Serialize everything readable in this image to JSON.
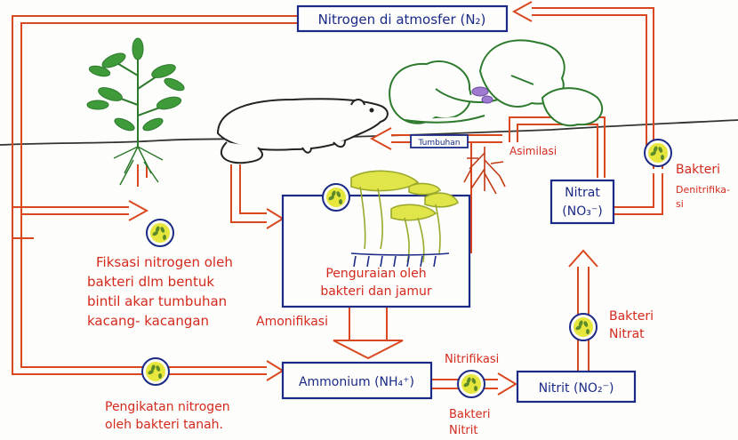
{
  "labels": {
    "atmosphere": "Nitrogen di atmosfer (N₂)",
    "tumbuhan": "Tumbuhan",
    "asimilasi": "Asimilasi",
    "bakteri_denitrifikasi_1": "Bakteri",
    "bakteri_denitrifikasi_2": "Denitrifika-",
    "bakteri_denitrifikasi_3": "si",
    "nitrat_1": "Nitrat",
    "nitrat_2": "(NO₃⁻)",
    "fiksasi_1": "Fiksasi nitrogen oleh",
    "fiksasi_2": "bakteri dlm bentuk",
    "fiksasi_3": "bintil akar tumbuhan",
    "fiksasi_4": "kacang- kacangan",
    "penguraian_1": "Penguraian oleh",
    "penguraian_2": "bakteri dan jamur",
    "amonifikasi": "Amonifikasi",
    "bakteri_nitrat_1": "Bakteri",
    "bakteri_nitrat_2": "Nitrat",
    "ammonium": "Ammonium (NH₄⁺)",
    "nitrifikasi": "Nitrifikasi",
    "nitrit": "Nitrit (NO₂⁻)",
    "bakteri_nitrit_1": "Bakteri",
    "bakteri_nitrit_2": "Nitrit",
    "pengikatan_1": "Pengikatan nitrogen",
    "pengikatan_2": "oleh bakteri tanah."
  },
  "colors": {
    "arrow": "#d9481f",
    "box": "#1a2a86",
    "red_text": "#d42a1e",
    "blue_text": "#1a2a86",
    "plant": "#2d7a2d",
    "fungus": "#c9d43a",
    "bacteria": "#e0e23c",
    "root": "#c23a14"
  }
}
